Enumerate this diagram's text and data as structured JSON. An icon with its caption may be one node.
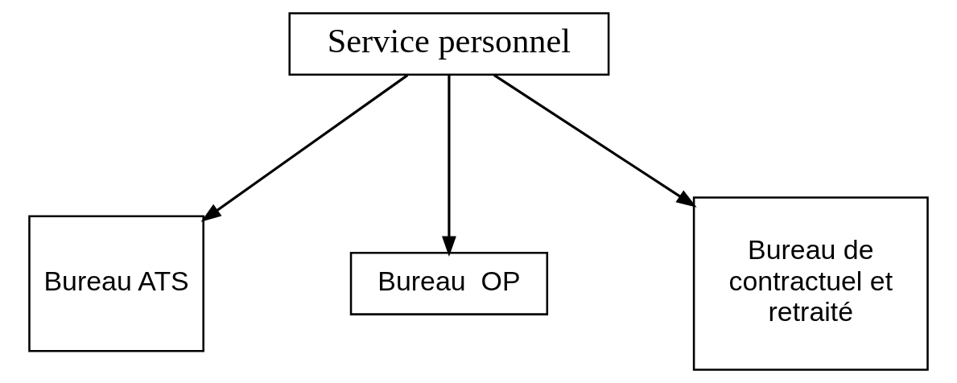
{
  "diagram": {
    "nodes": [
      {
        "text": [
          "Service personnel"
        ]
      },
      {
        "text": [
          "Bureau ATS"
        ]
      },
      {
        "text": [
          "Bureau  OP"
        ]
      },
      {
        "text": [
          "Bureau de contractuel et retraité"
        ]
      }
    ],
    "edges": [
      {
        "from": 0,
        "to": 1,
        "arrow": "to"
      },
      {
        "from": 0,
        "to": 2,
        "arrow": "to"
      },
      {
        "from": 0,
        "to": 3,
        "arrow": "to"
      }
    ]
  }
}
